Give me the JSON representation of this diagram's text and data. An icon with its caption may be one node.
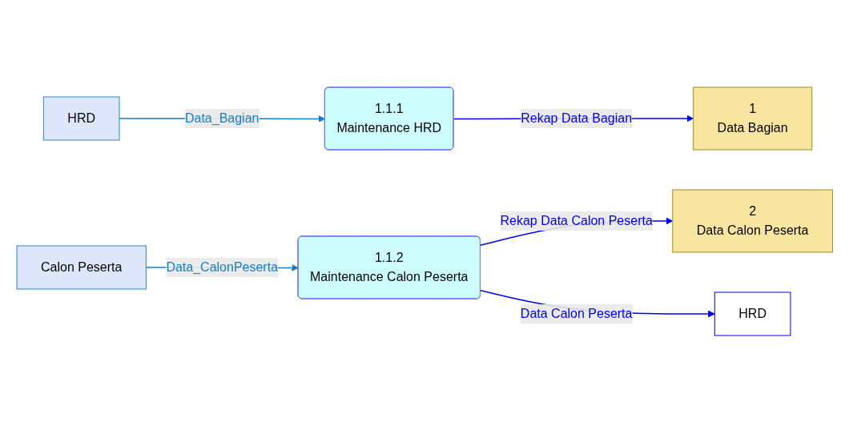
{
  "diagram": {
    "nodes": [
      {
        "text": [
          "HRD"
        ]
      },
      {
        "text": [
          "1.1.1",
          "Maintenance HRD"
        ]
      },
      {
        "text": [
          "1",
          "Data Bagian"
        ]
      },
      {
        "text": [
          "Calon Peserta"
        ]
      },
      {
        "text": [
          "1.1.2",
          "Maintenance Calon Peserta"
        ]
      },
      {
        "text": [
          "2",
          "Data Calon Peserta"
        ]
      },
      {
        "text": [
          "HRD"
        ]
      }
    ],
    "edges": [
      {
        "from": 0,
        "to": 1,
        "arrow": "to",
        "label": "Data_Bagian",
        "color": "#1a7fc1"
      },
      {
        "from": 1,
        "to": 2,
        "arrow": "to",
        "label": "Rekap Data Bagian"
      },
      {
        "from": 3,
        "to": 4,
        "arrow": "to",
        "label": "Data_CalonPeserta",
        "color": "#1a7fc1"
      },
      {
        "from": 4,
        "to": 5,
        "arrow": "to",
        "label": "Rekap Data Calon Peserta"
      },
      {
        "from": 4,
        "to": 6,
        "arrow": "to",
        "label": "Data Calon Peserta"
      }
    ]
  }
}
